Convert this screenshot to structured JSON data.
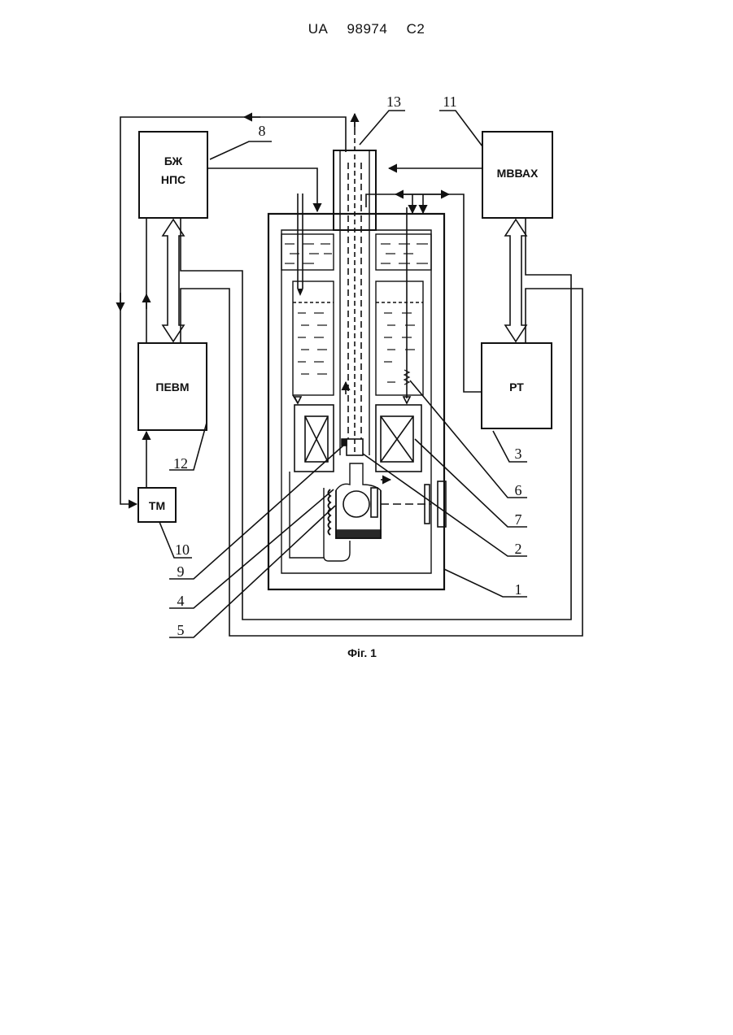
{
  "header": {
    "country": "UA",
    "number": "98974",
    "kind": "C2"
  },
  "figure": {
    "caption": "Фіг. 1",
    "blocks": {
      "bzh_nps_line1": "БЖ",
      "bzh_nps_line2": "НПС",
      "mvvah": "МВВАХ",
      "pevm": "ПЕВМ",
      "rt": "РТ",
      "tm": "ТМ"
    },
    "labels": {
      "n1": "1",
      "n2": "2",
      "n3": "3",
      "n4": "4",
      "n5": "5",
      "n6": "6",
      "n7": "7",
      "n8": "8",
      "n9": "9",
      "n10": "10",
      "n11": "11",
      "n12": "12",
      "n13": "13"
    }
  }
}
